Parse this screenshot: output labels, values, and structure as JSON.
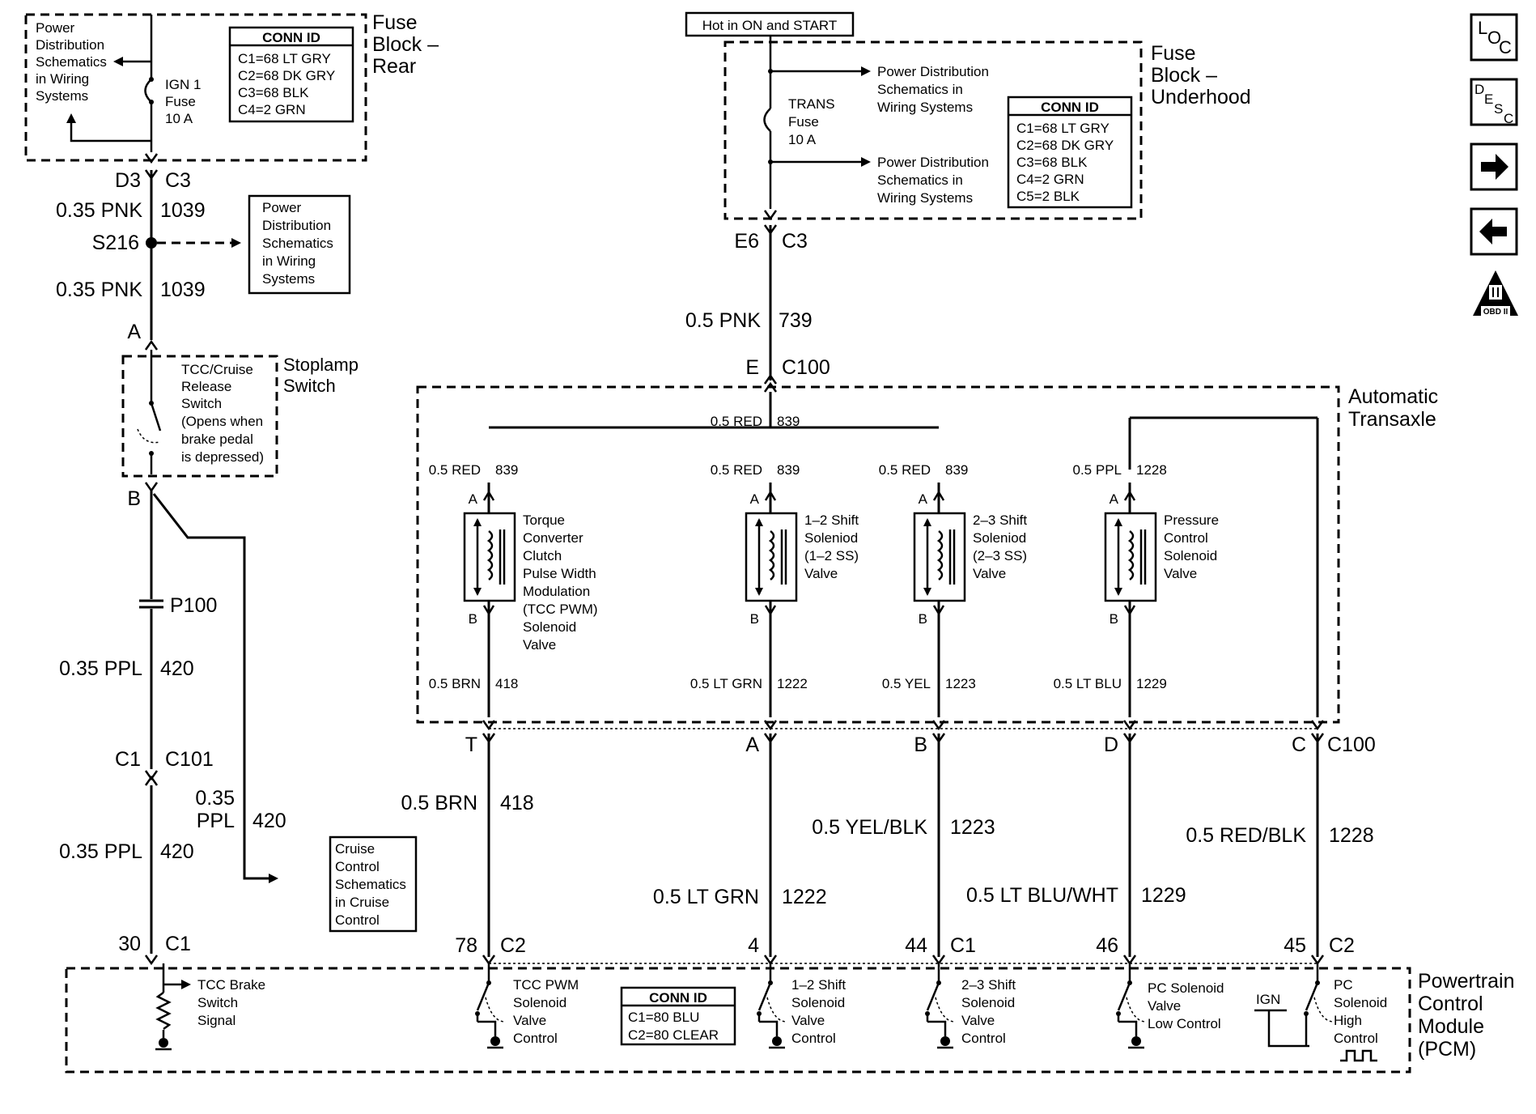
{
  "fuse_rear": {
    "title_lines": [
      "Fuse",
      "Block –",
      "Rear"
    ],
    "note_lines": [
      "Power",
      "Distribution",
      "Schematics",
      "in Wiring",
      "Systems"
    ],
    "fuse_lines": [
      "IGN 1",
      "Fuse",
      "10 A"
    ],
    "conn_title": "CONN ID",
    "conn_lines": [
      "C1=68 LT GRY",
      "C2=68 DK GRY",
      "C3=68 BLK",
      "C4=2 GRN"
    ]
  },
  "left_circuit": {
    "pin_d3": "D3",
    "conn_c3": "C3",
    "wire1_color": "0.35 PNK",
    "wire1_circuit": "1039",
    "splice": "S216",
    "splice_note_lines": [
      "Power",
      "Distribution",
      "Schematics",
      "in Wiring",
      "Systems"
    ],
    "wire2_color": "0.35 PNK",
    "wire2_circuit": "1039",
    "pin_a": "A",
    "pin_b": "B",
    "stoplamp_title_lines": [
      "Stoplamp",
      "Switch"
    ],
    "switch_lines": [
      "TCC/Cruise",
      "Release",
      "Switch",
      "(Opens when",
      "brake pedal",
      "is depressed)"
    ],
    "p100": "P100",
    "wire3_color": "0.35  PPL",
    "wire3_circuit": "420",
    "pin_c1": "C1",
    "conn_c101": "C101",
    "branch_color_lines": [
      "0.35",
      "PPL"
    ],
    "branch_circuit": "420",
    "wire4_color": "0.35  PPL",
    "wire4_circuit": "420",
    "cruise_note_lines": [
      "Cruise",
      "Control",
      "Schematics",
      "in Cruise",
      "Control"
    ],
    "pcm_pin": "30",
    "pcm_conn": "C1"
  },
  "hot_label": "Hot in ON and START",
  "fuse_underhood": {
    "title_lines": [
      "Fuse",
      "Block –",
      "Underhood"
    ],
    "note1_lines": [
      "Power Distribution",
      "Schematics in",
      "Wiring Systems"
    ],
    "note2_lines": [
      "Power Distribution",
      "Schematics in",
      "Wiring Systems"
    ],
    "fuse_lines": [
      "TRANS",
      "Fuse",
      "10 A"
    ],
    "conn_title": "CONN ID",
    "conn_lines": [
      "C1=68 LT GRY",
      "C2=68 DK GRY",
      "C3=68 BLK",
      "C4=2 GRN",
      "C5=2 BLK"
    ]
  },
  "trans_feed": {
    "pin_e6": "E6",
    "conn_c3": "C3",
    "wire_color": "0.5 PNK",
    "wire_circuit": "739",
    "pin_e": "E",
    "conn_c100": "C100"
  },
  "transaxle": {
    "title_lines": [
      "Automatic",
      "Transaxle"
    ],
    "bus_color": "0.5 RED",
    "bus_circuit": "839",
    "solenoids": [
      {
        "in_color": "0.5 RED",
        "in_circuit": "839",
        "pin_a": "A",
        "pin_b": "B",
        "label_lines": [
          "Torque",
          "Converter",
          "Clutch",
          "Pulse Width",
          "Modulation",
          "(TCC PWM)",
          "Solenoid",
          "Valve"
        ],
        "out_color": "0.5 BRN",
        "out_circuit": "418"
      },
      {
        "in_color": "0.5 RED",
        "in_circuit": "839",
        "pin_a": "A",
        "pin_b": "B",
        "label_lines": [
          "1–2 Shift",
          "Soleniod",
          "(1–2 SS)",
          "Valve"
        ],
        "out_color": "0.5 LT GRN",
        "out_circuit": "1222"
      },
      {
        "in_color": "0.5 RED",
        "in_circuit": "839",
        "pin_a": "A",
        "pin_b": "B",
        "label_lines": [
          "2–3 Shift",
          "Soleniod",
          "(2–3 SS)",
          "Valve"
        ],
        "out_color": "0.5 YEL",
        "out_circuit": "1223"
      },
      {
        "in_color": "0.5 PPL",
        "in_circuit": "1228",
        "pin_a": "A",
        "pin_b": "B",
        "label_lines": [
          "Pressure",
          "Control",
          "Solenoid",
          "Valve"
        ],
        "out_color": "0.5 LT BLU",
        "out_circuit": "1229"
      }
    ],
    "c100_pins": [
      "T",
      "A",
      "B",
      "D",
      "C"
    ],
    "c100_label": "C100"
  },
  "lower_wires": [
    {
      "color": "0.5 BRN",
      "circuit": "418"
    },
    {
      "color": "0.5 LT GRN",
      "circuit": "1222"
    },
    {
      "color": "0.5 YEL/BLK",
      "circuit": "1223"
    },
    {
      "color": "0.5 LT BLU/WHT",
      "circuit": "1229"
    },
    {
      "color": "0.5 RED/BLK",
      "circuit": "1228"
    }
  ],
  "pcm_pins": [
    {
      "pin": "78",
      "conn": "C2"
    },
    {
      "pin": "4",
      "conn": ""
    },
    {
      "pin": "44",
      "conn": "C1"
    },
    {
      "pin": "46",
      "conn": ""
    },
    {
      "pin": "45",
      "conn": "C2"
    }
  ],
  "pcm": {
    "title_lines": [
      "Powertrain",
      "Control",
      "Module",
      "(PCM)"
    ],
    "brake_signal_lines": [
      "TCC Brake",
      "Switch",
      "Signal"
    ],
    "tcc_pwm_lines": [
      "TCC PWM",
      "Solenoid",
      "Valve",
      "Control"
    ],
    "conn_title": "CONN ID",
    "conn_lines": [
      "C1=80 BLU",
      "C2=80 CLEAR"
    ],
    "ss12_lines": [
      "1–2 Shift",
      "Solenoid",
      "Valve",
      "Control"
    ],
    "ss23_lines": [
      "2–3 Shift",
      "Solenoid",
      "Valve",
      "Control"
    ],
    "pc_low_lines": [
      "PC Solenoid",
      "Valve",
      "Low Control"
    ],
    "ign": "IGN",
    "pc_high_lines": [
      "PC",
      "Solenoid",
      "High",
      "Control"
    ]
  },
  "nav": {
    "loc": [
      "L",
      "O",
      "C"
    ],
    "desc": [
      "D",
      "E",
      "S",
      "C"
    ],
    "obd": "OBD II"
  }
}
